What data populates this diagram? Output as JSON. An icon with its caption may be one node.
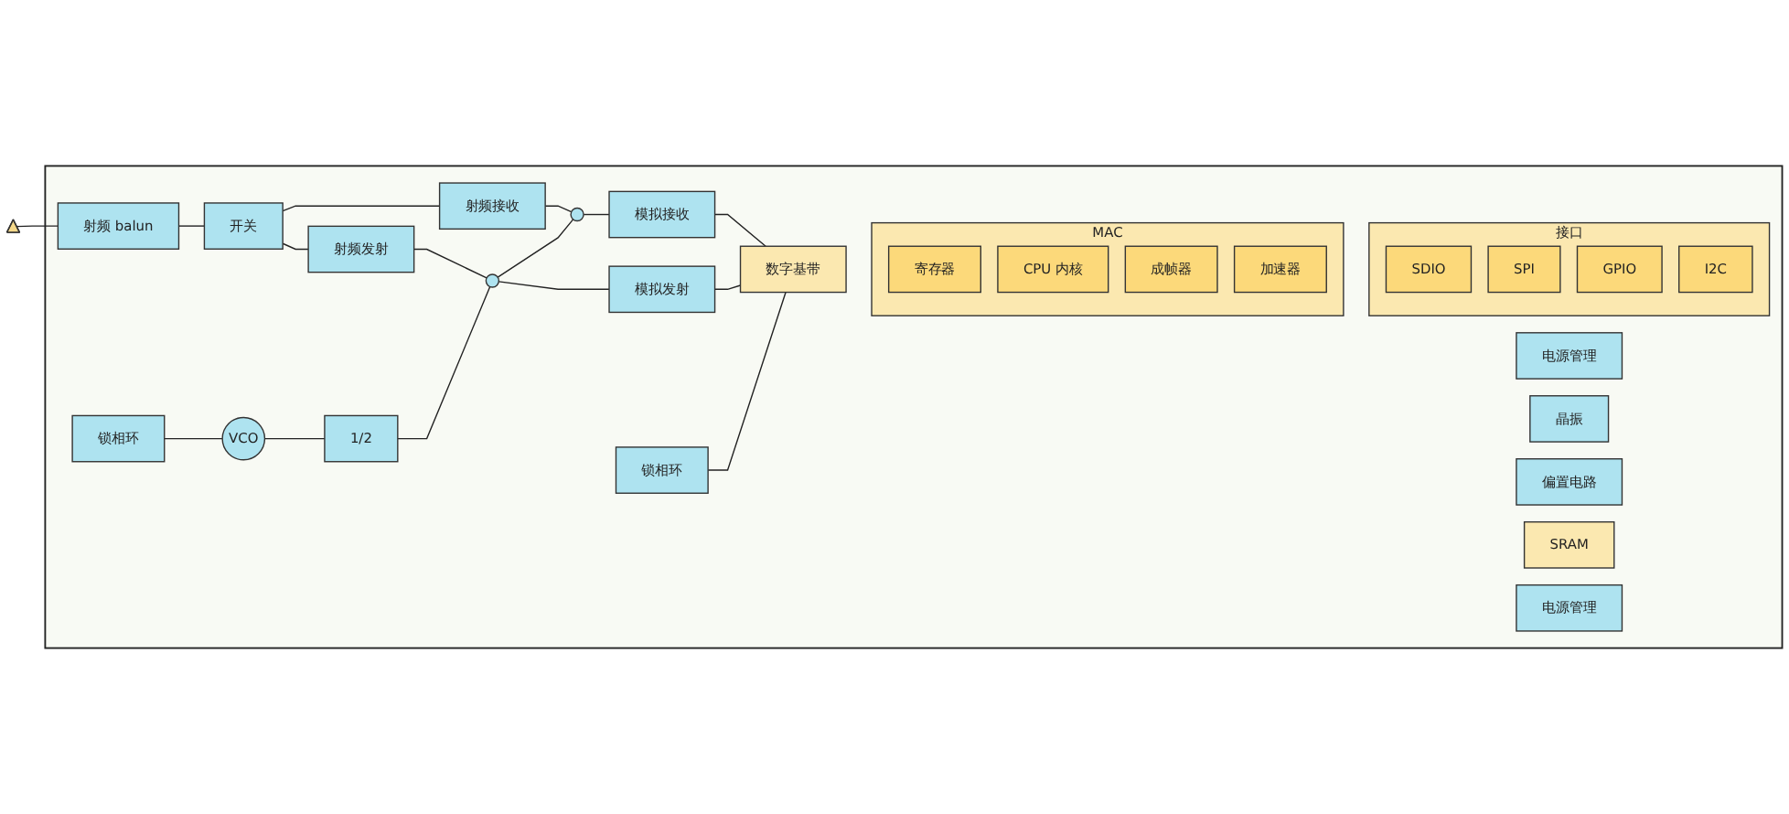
{
  "diagram": {
    "nodes": [
      {
        "text": [],
        "shape": "picture"
      },
      {
        "text": [],
        "shape": "box"
      },
      {
        "text": [
          "射频 balun"
        ],
        "in": 1
      },
      {
        "text": [
          "开关"
        ],
        "in": 1
      },
      {
        "text": [
          "射频接收"
        ],
        "in": 1
      },
      {
        "text": [
          "射频发射"
        ],
        "in": 1
      },
      {
        "text": [],
        "shape": "circle",
        "in": 1
      },
      {
        "text": [],
        "shape": "circle",
        "in": 1
      },
      {
        "text": [
          "模拟接收"
        ],
        "in": 1
      },
      {
        "text": [
          "模拟发射"
        ],
        "in": 1
      },
      {
        "text": [
          "锁相环"
        ],
        "in": 1
      },
      {
        "text": [
          "VCO"
        ],
        "in": 1
      },
      {
        "text": [
          "1/2"
        ],
        "in": 1
      },
      {
        "text": [
          "锁相环"
        ],
        "in": 1
      },
      {
        "text": [
          "数字基带"
        ],
        "in": 1
      },
      {
        "text": [
          "MAC"
        ],
        "in": 1
      },
      {
        "text": [
          "寄存器"
        ],
        "in": 15
      },
      {
        "text": [
          "CPU 内核"
        ],
        "in": 15
      },
      {
        "text": [
          "成帧器"
        ],
        "in": 15
      },
      {
        "text": [
          "加速器"
        ],
        "in": 15
      },
      {
        "text": [
          "接口"
        ],
        "in": 1
      },
      {
        "text": [
          "SDIO"
        ],
        "in": 20
      },
      {
        "text": [
          "SPI"
        ],
        "in": 20
      },
      {
        "text": [
          "GPIO"
        ],
        "in": 20
      },
      {
        "text": [
          "I2C"
        ],
        "in": 20
      },
      {
        "text": [
          "电源管理"
        ],
        "in": 1
      },
      {
        "text": [
          "晶振"
        ],
        "in": 1
      },
      {
        "text": [
          "偏置电路"
        ],
        "in": 1
      },
      {
        "text": [
          "SRAM"
        ],
        "in": 1
      },
      {
        "text": [
          "电源管理"
        ],
        "in": 1
      }
    ],
    "edges": [
      {
        "from": 0,
        "to": 2,
        "arrow": "none"
      },
      {
        "from": 2,
        "to": 3,
        "arrow": "none"
      },
      {
        "from": 3,
        "to": 4,
        "arrow": "none"
      },
      {
        "from": 3,
        "to": 5,
        "arrow": "none"
      },
      {
        "from": 4,
        "to": 6,
        "arrow": "none"
      },
      {
        "from": 6,
        "to": 8,
        "arrow": "none"
      },
      {
        "from": 5,
        "to": 7,
        "arrow": "none"
      },
      {
        "from": 7,
        "to": 9,
        "arrow": "none"
      },
      {
        "from": 8,
        "to": 14,
        "arrow": "none"
      },
      {
        "from": 9,
        "to": 14,
        "arrow": "none"
      },
      {
        "from": 13,
        "to": 14,
        "arrow": "none"
      },
      {
        "from": 10,
        "to": 11,
        "arrow": "none"
      },
      {
        "from": 11,
        "to": 12,
        "arrow": "none"
      },
      {
        "from": 12,
        "to": 7,
        "arrow": "none"
      },
      {
        "from": 7,
        "to": 6,
        "arrow": "none"
      }
    ]
  }
}
